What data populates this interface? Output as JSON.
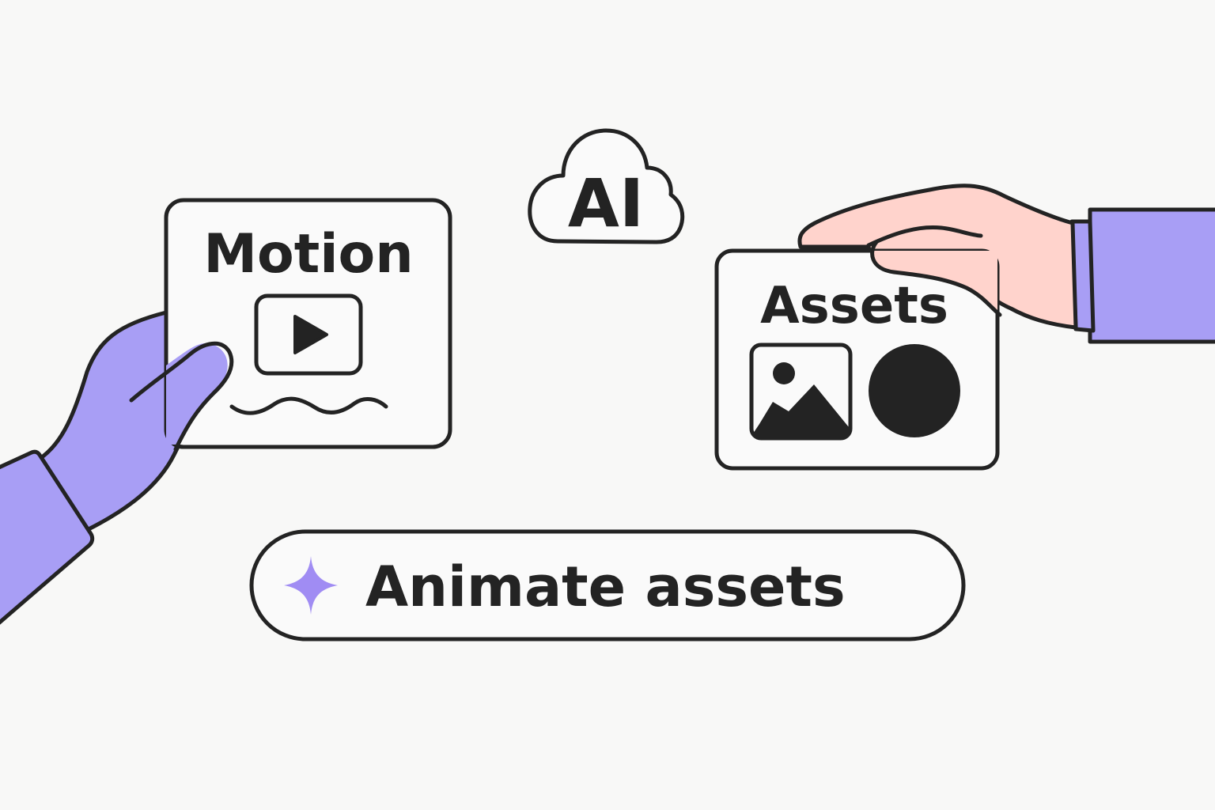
{
  "illustration": {
    "ai_badge": {
      "text": "AI",
      "icon": "cloud-icon"
    },
    "motion_card": {
      "title": "Motion",
      "icons": [
        "play-icon",
        "wave-icon"
      ]
    },
    "assets_card": {
      "title": "Assets",
      "icons": [
        "image-icon",
        "circle-icon"
      ]
    },
    "action_pill": {
      "label": "Animate assets",
      "icon": "sparkle-icon"
    },
    "hands": [
      "left-hand-holding-motion-card",
      "right-hand-holding-assets-card"
    ]
  },
  "colors": {
    "background": "#f8f8f7",
    "outline": "#232323",
    "sleeve_purple": "#a89ef5",
    "skin_pink": "#ffd3cc",
    "sparkle_purple": "#a08cf3",
    "card_fill": "#fafafa"
  }
}
